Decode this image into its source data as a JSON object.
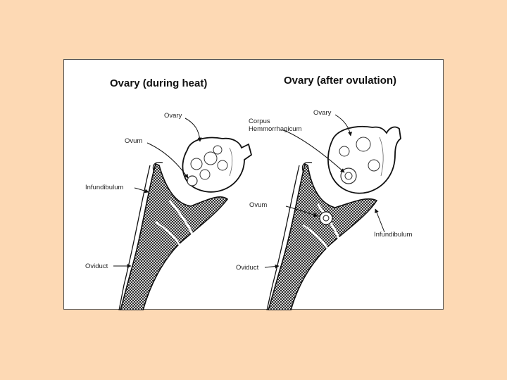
{
  "slide": {
    "background": "#fdd9b4",
    "frame_background": "#ffffff"
  },
  "left_panel": {
    "title": "Ovary (during heat)",
    "labels": {
      "ovary": "Ovary",
      "ovum": "Ovum",
      "infundibulum": "Infundibulum",
      "oviduct": "Oviduct"
    }
  },
  "right_panel": {
    "title": "Ovary (after ovulation)",
    "labels": {
      "ovary": "Ovary",
      "corpus_line1": "Corpus",
      "corpus_line2": "Hemmorrhagicum",
      "ovum": "Ovum",
      "infundibulum": "Infundibulum",
      "oviduct": "Oviduct"
    }
  }
}
